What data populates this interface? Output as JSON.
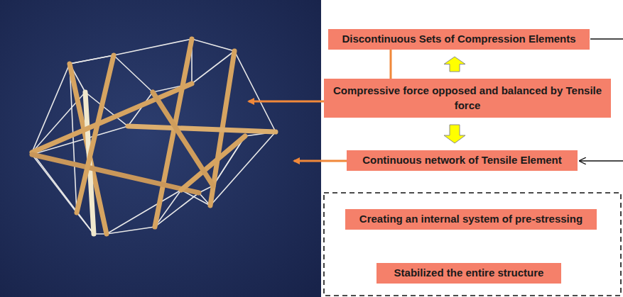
{
  "diagram": {
    "nodes": [
      {
        "text": [
          "Discontinuous Sets of Compression Elements"
        ]
      },
      {
        "text": [
          "Compressive force opposed and balanced by Tensile force"
        ]
      },
      {
        "text": [
          "Continuous network of Tensile Element"
        ]
      },
      {
        "text": [
          "Creating an internal system of pre-stressing"
        ]
      },
      {
        "text": [
          "Stabilized the entire structure"
        ]
      }
    ],
    "edges": [
      {
        "from": 1,
        "to": 0,
        "arrow": "to"
      },
      {
        "from": 1,
        "to": 2,
        "arrow": "to"
      }
    ]
  }
}
